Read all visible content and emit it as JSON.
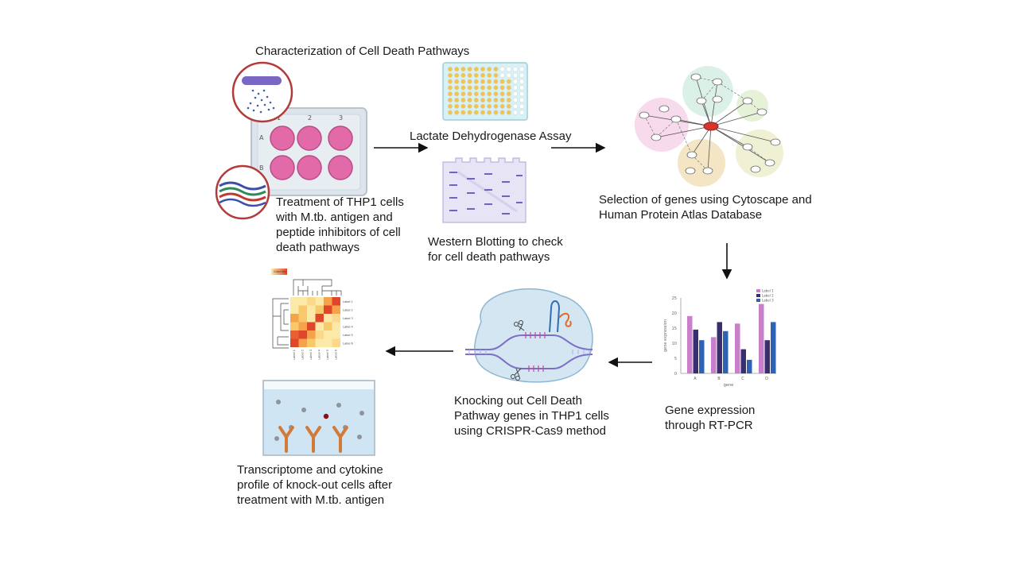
{
  "title": "Characterization of Cell Death Pathways",
  "steps": {
    "treatment": {
      "lines": [
        "Treatment of THP1 cells",
        "with M.tb. antigen and",
        "peptide inhibitors of cell",
        "death pathways"
      ]
    },
    "ldh": {
      "label": "Lactate Dehydrogenase Assay"
    },
    "western": {
      "lines": [
        "Western Blotting to check",
        "for cell death pathways"
      ]
    },
    "cytoscape": {
      "lines": [
        "Selection of genes using Cytoscape and",
        "Human Protein Atlas Database"
      ]
    },
    "rtpcr": {
      "lines": [
        "Gene expression",
        "through RT-PCR"
      ]
    },
    "crispr": {
      "lines": [
        "Knocking out Cell Death",
        "Pathway genes in THP1 cells",
        "using CRISPR-Cas9 method"
      ]
    },
    "transcriptome": {
      "lines": [
        "Transcriptome and cytokine",
        "profile of knock-out cells after",
        "treatment with M.tb. antigen"
      ]
    }
  },
  "plate": {
    "columns": [
      "1",
      "2",
      "3"
    ],
    "rows": [
      "A",
      "B"
    ],
    "well_color": "#e36aa8"
  },
  "bar_chart": {
    "categories": [
      "A",
      "B",
      "C",
      "D"
    ],
    "series": [
      {
        "name": "Label 1",
        "color": "#c97fc9",
        "values": [
          19,
          12,
          16.5,
          23
        ]
      },
      {
        "name": "Label 2",
        "color": "#3a2f6e",
        "values": [
          14.5,
          17,
          8,
          11
        ]
      },
      {
        "name": "Label 3",
        "color": "#2e62b5",
        "values": [
          11,
          14,
          4.5,
          17
        ]
      }
    ],
    "yticks": [
      "0",
      "5",
      "10",
      "15",
      "20",
      "25"
    ],
    "ymax": 25,
    "ylabel": "gene expression",
    "xlabel": "gene"
  },
  "heatmap": {
    "key_label": "Color key",
    "row_labels": [
      "Label 1",
      "Label 2",
      "Label 3",
      "Label 4",
      "Label 5",
      "Label 6"
    ],
    "colors": [
      [
        "#fbe9a8",
        "#fbe9a8",
        "#fbd88a",
        "#fbe9a8",
        "#f6a24a",
        "#e0462a"
      ],
      [
        "#fbe9a8",
        "#f9c86a",
        "#fbe9a8",
        "#f9c86a",
        "#e0462a",
        "#f6a24a"
      ],
      [
        "#f6a24a",
        "#f9c86a",
        "#fbe9a8",
        "#e0462a",
        "#fbe9a8",
        "#fbd88a"
      ],
      [
        "#f9c86a",
        "#f6a24a",
        "#e0462a",
        "#fbe9a8",
        "#f9c86a",
        "#fbe9a8"
      ],
      [
        "#e85f30",
        "#e0462a",
        "#f6a24a",
        "#fbd88a",
        "#fbe9a8",
        "#fbe9a8"
      ],
      [
        "#e0462a",
        "#f6a24a",
        "#f9c86a",
        "#fbe9a8",
        "#fbe9a8",
        "#fbd88a"
      ]
    ]
  }
}
